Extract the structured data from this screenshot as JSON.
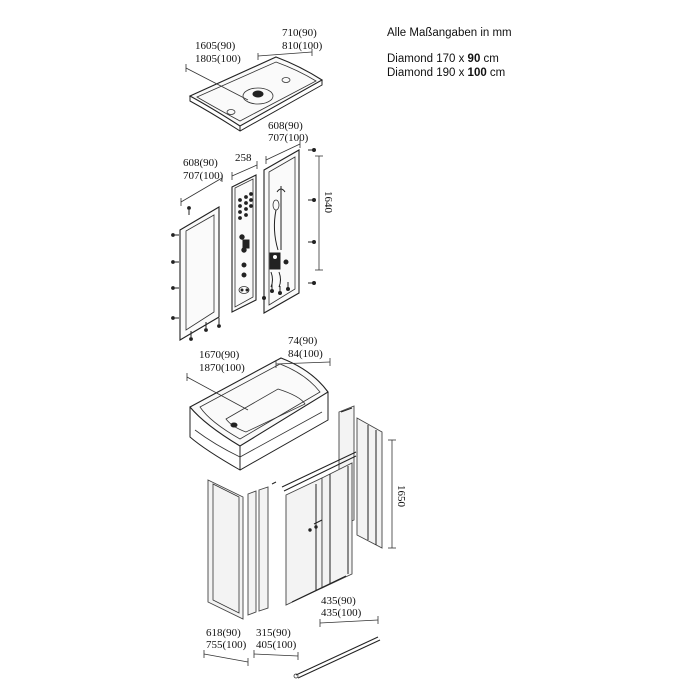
{
  "notes": {
    "units": "Alle Maßangaben in mm",
    "line1_prefix": "Diamond 170 x ",
    "line1_bold": "90",
    "line1_suffix": " cm",
    "line2_prefix": "Diamond 190 x ",
    "line2_bold": "100",
    "line2_suffix": " cm"
  },
  "dims": {
    "roof_len_a": "1605(90)",
    "roof_len_b": "1805(100)",
    "roof_wid_a": "710(90)",
    "roof_wid_b": "810(100)",
    "rear_wid_a": "608(90)",
    "rear_wid_b": "707(100)",
    "side_wid_a": "608(90)",
    "side_wid_b": "707(100)",
    "column_wid": "258",
    "wall_height": "1640",
    "tub_len_a": "1670(90)",
    "tub_len_b": "1870(100)",
    "tub_wid_a": "74(90)",
    "tub_wid_b": "84(100)",
    "door_height": "1650",
    "door_wid_a": "435(90)",
    "door_wid_b": "435(100)",
    "fixed_wid_a": "618(90)",
    "fixed_wid_b": "755(100)",
    "mid_wid_a": "315(90)",
    "mid_wid_b": "405(100)"
  }
}
